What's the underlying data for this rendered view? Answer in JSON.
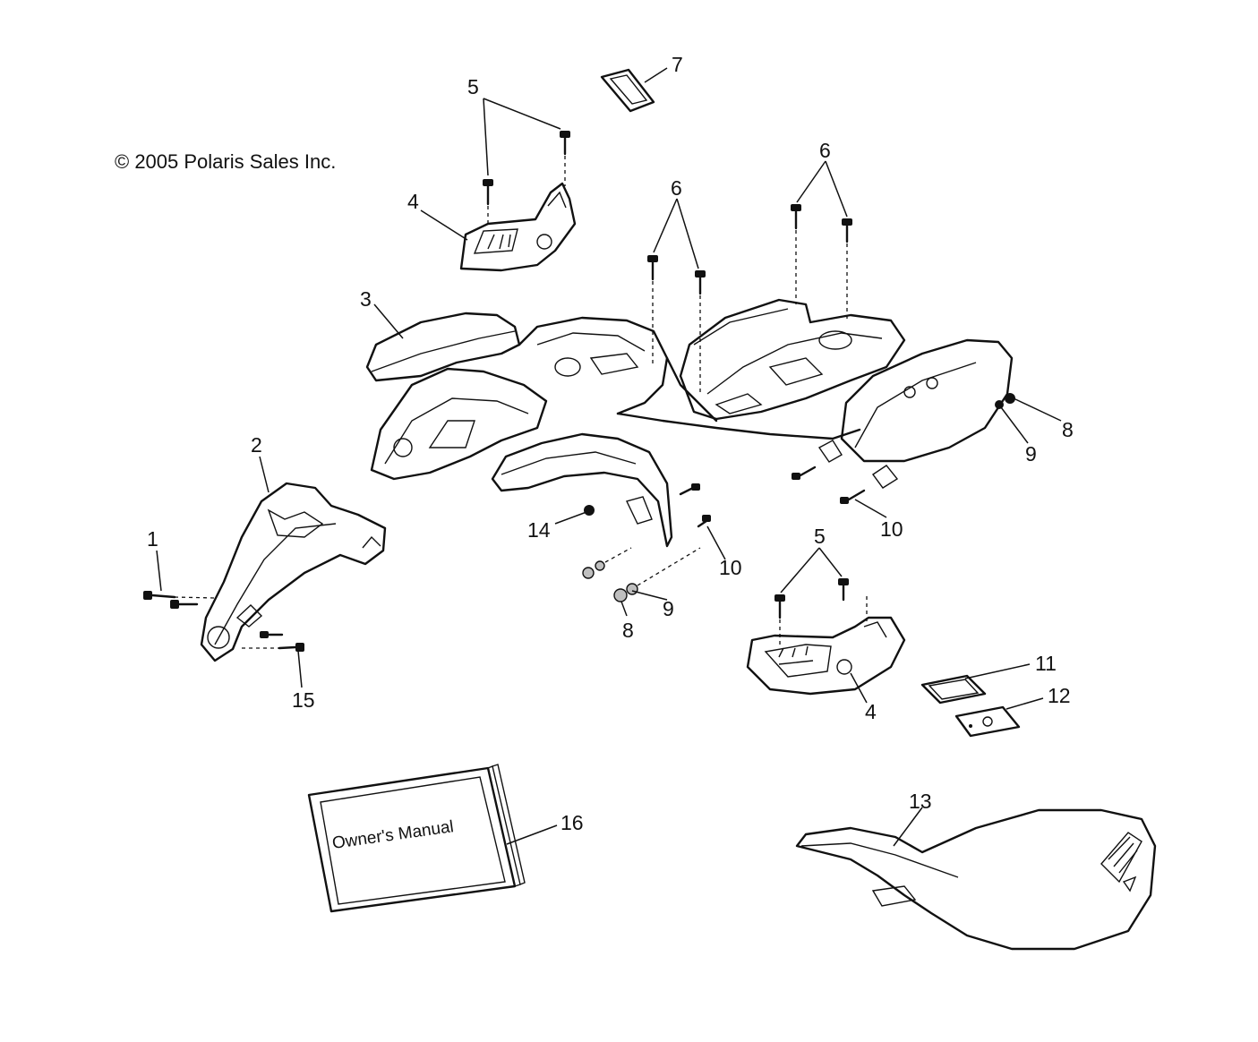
{
  "copyright": "© 2005 Polaris Sales Inc.",
  "manual_label": "Owner's Manual",
  "callouts": {
    "c1": "1",
    "c2": "2",
    "c3": "3",
    "c4a": "4",
    "c4b": "4",
    "c5a": "5",
    "c5b": "5",
    "c6a": "6",
    "c6b": "6",
    "c7": "7",
    "c8a": "8",
    "c8b": "8",
    "c9a": "9",
    "c9b": "9",
    "c10a": "10",
    "c10b": "10",
    "c11": "11",
    "c12": "12",
    "c13": "13",
    "c14": "14",
    "c15": "15",
    "c16": "16"
  }
}
